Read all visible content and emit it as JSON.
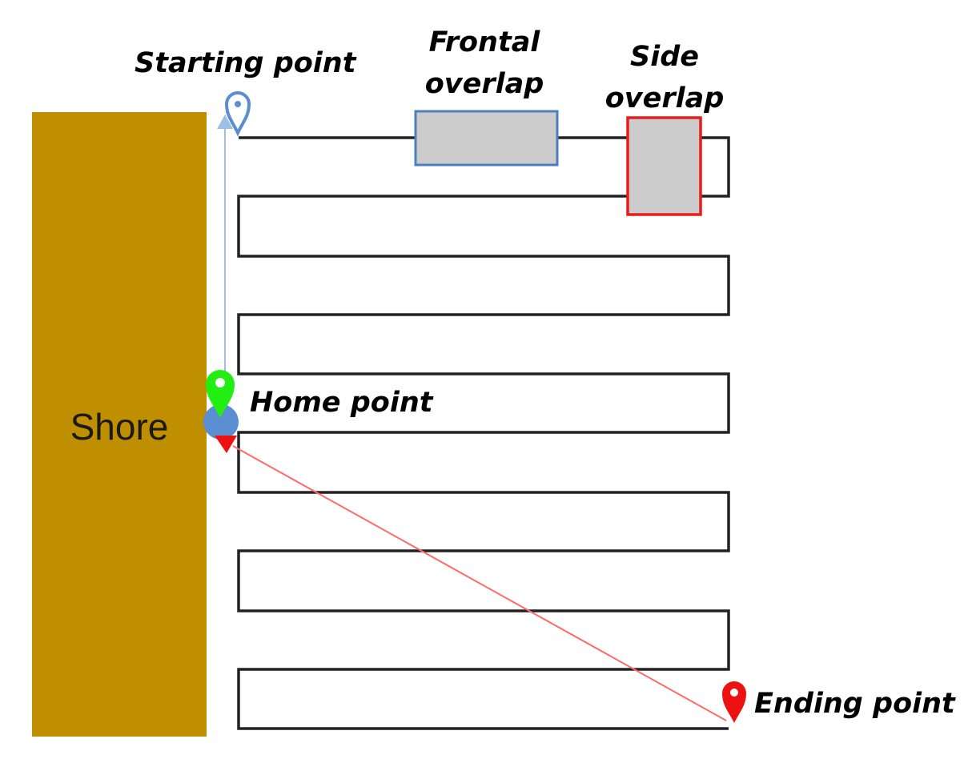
{
  "labels": {
    "starting_point": "Starting point",
    "frontal_overlap": [
      "Frontal",
      "overlap"
    ],
    "side_overlap": [
      "Side",
      "overlap"
    ],
    "home_point": "Home point",
    "ending_point": "Ending point",
    "shore": "Shore"
  },
  "colors": {
    "shore": "#c08f00",
    "flight_path": "#222222",
    "start_leg": "#9fc0e6",
    "return_leg": "#ff6b6b",
    "frontal_box": "#4a7fc0",
    "side_box": "#e81c1c",
    "overlap_fill": "#cccccc",
    "home_pin": "#22ee11",
    "home_circle": "#5b8ed0",
    "end_pin": "#ee1111",
    "start_pin": "#5b8ed0"
  },
  "icons": {
    "start": "location-pin-icon",
    "home": "location-pin-icon",
    "end": "location-pin-icon"
  }
}
